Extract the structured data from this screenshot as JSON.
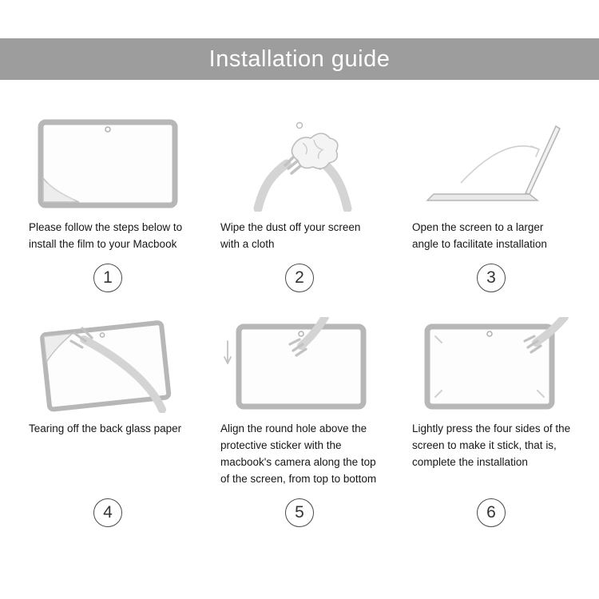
{
  "header": {
    "title": "Installation guide"
  },
  "steps": [
    {
      "number": "1",
      "caption": "Please follow the steps below to install the film to your Macbook",
      "illustration": "screen-with-peeling-film-corner"
    },
    {
      "number": "2",
      "caption": "Wipe the dust off your screen with a cloth",
      "illustration": "hands-wiping-screen-with-cloth"
    },
    {
      "number": "3",
      "caption": "Open the screen to a larger angle to facilitate installation",
      "illustration": "laptop-opened-wide-angle"
    },
    {
      "number": "4",
      "caption": "Tearing off the back glass paper",
      "illustration": "hands-tearing-back-paper"
    },
    {
      "number": "5",
      "caption": "Align the round hole above the protective sticker with the macbook's camera along the top of the screen, from top to bottom",
      "illustration": "aligning-film-with-camera-hole"
    },
    {
      "number": "6",
      "caption": "Lightly press the four sides of the screen to make it stick, that is, complete the installation",
      "illustration": "hand-pressing-screen-sides"
    }
  ],
  "colors": {
    "header_bg": "#9d9d9d",
    "header_text": "#ffffff",
    "line_art": "#b7b7b7",
    "caption_text": "#161616"
  }
}
